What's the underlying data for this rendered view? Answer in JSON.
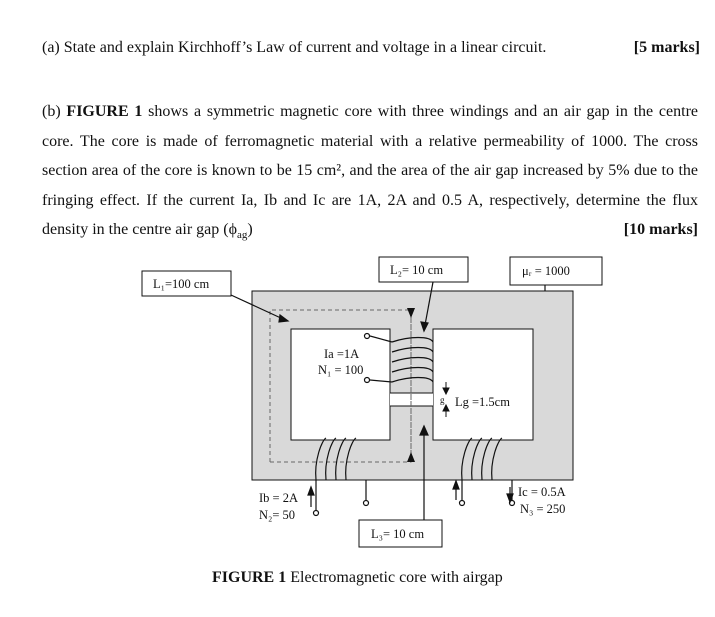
{
  "question_a": {
    "text": "(a) State and explain Kirchhoff’s Law of current and voltage in a linear circuit.",
    "marks": "[5 marks]"
  },
  "question_b": {
    "prefix": "(b) ",
    "figure_ref": "FIGURE 1",
    "text": " shows a symmetric magnetic core with three windings and an air gap in the centre core. The core is made of ferromagnetic material with a relative permeability of 1000. The cross section area of the core is known to be 15 cm², and the area of the air gap increased by 5% due to the fringing effect. If the current Ia, Ib and Ic are 1A, 2A and 0.5 A, respectively, determine the flux density in the centre air gap (ϕ",
    "subscript": "ag",
    "suffix": ")",
    "marks": "[10 marks]"
  },
  "figure": {
    "labels": {
      "l1": "L₁=100 cm",
      "l2": "L₂= 10 cm",
      "ur": "μᵣ = 1000",
      "ia": "Ia =1A",
      "n1": "N₁ = 100",
      "lg": "Lg =1.5cm",
      "g": "g",
      "ib": "Ib = 2A",
      "n2": "N₂= 50",
      "ic": "Ic = 0.5A",
      "n3": "N₃ = 250",
      "l3": "L₃= 10 cm"
    },
    "colors": {
      "core": "#d9d9d9",
      "line": "#111111",
      "flux_path": "#666666"
    }
  },
  "caption": {
    "label": "FIGURE 1",
    "text": " Electromagnetic core with airgap"
  }
}
